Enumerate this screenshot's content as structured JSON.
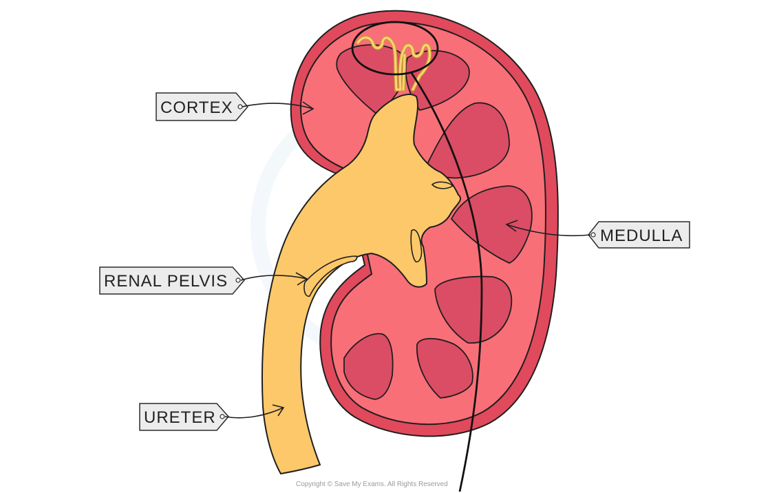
{
  "labels": {
    "cortex": "CORTEX",
    "medulla": "MEDULLA",
    "renal_pelvis": "RENAL PELVIS",
    "ureter": "URETER"
  },
  "copyright": "Copyright © Save My Exams. All Rights Reserved",
  "colors": {
    "capsule": "#e04a5c",
    "cortex": "#f86f78",
    "medulla_pyramid": "#db4d64",
    "pelvis_ureter": "#fcc86a",
    "outline": "#1e1e1e",
    "tag_fill": "#ececec"
  }
}
